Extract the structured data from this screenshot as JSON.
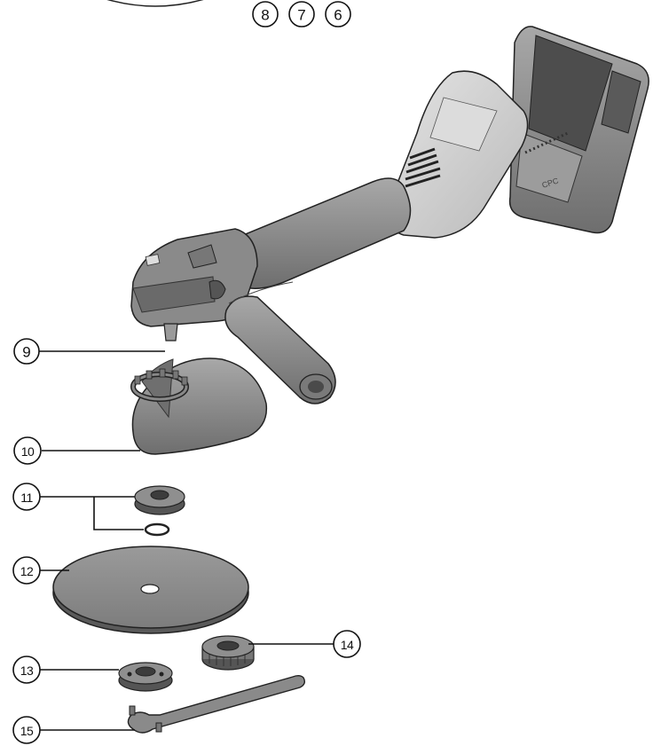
{
  "callouts": {
    "c8": "8",
    "c7": "7",
    "c6": "6",
    "c9": "9",
    "c10": "10",
    "c11": "11",
    "c12": "12",
    "c13": "13",
    "c14": "14",
    "c15": "15"
  },
  "parts": {
    "battery_brand": "CPC"
  },
  "colors": {
    "part_fill": "#8f8f8f",
    "part_dark": "#5c5c5c",
    "part_light": "#cfcfcf",
    "line": "#111111"
  }
}
